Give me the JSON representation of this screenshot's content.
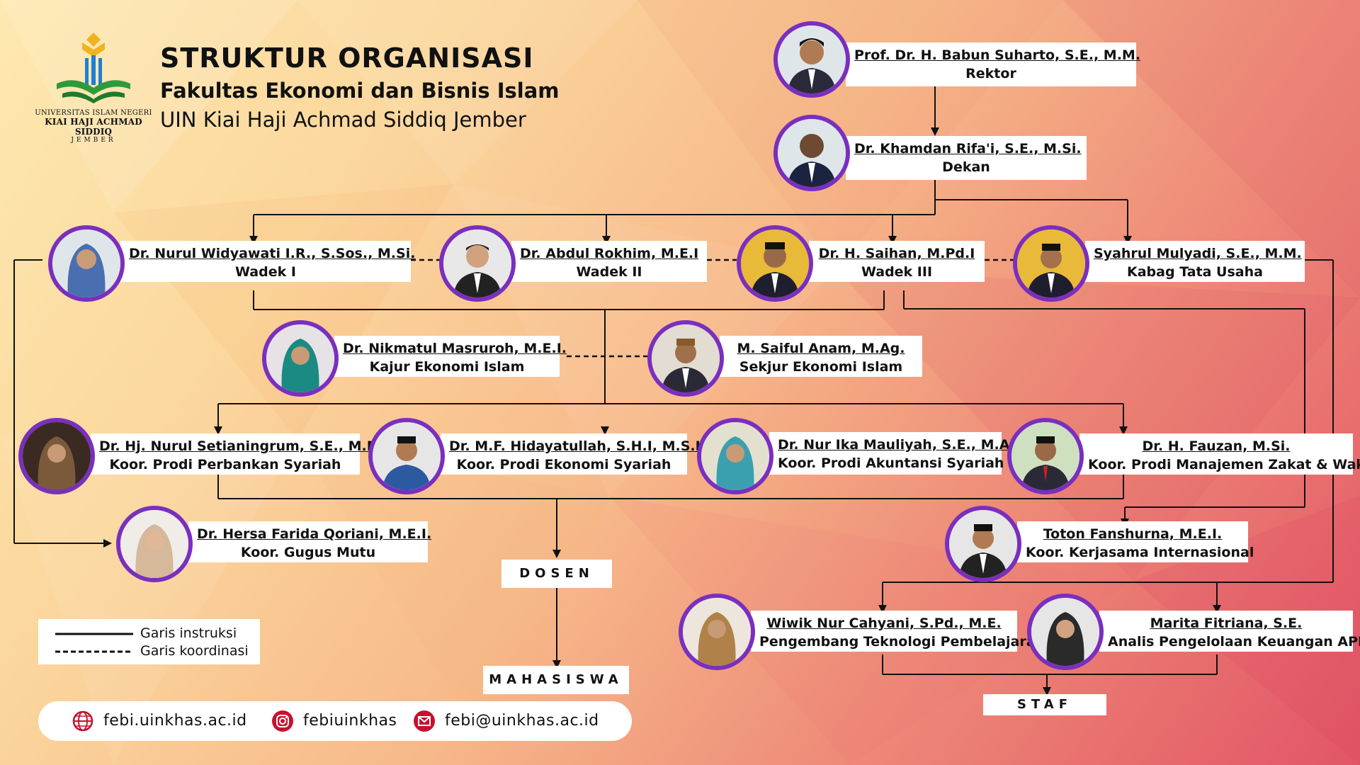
{
  "header": {
    "title": "STRUKTUR ORGANISASI",
    "subtitle": "Fakultas Ekonomi dan Bisnis Islam",
    "institution": "UIN Kiai Haji Achmad Siddiq Jember"
  },
  "logo": {
    "line1": "UNIVERSITAS ISLAM NEGERI",
    "line2": "KIAI HAJI ACHMAD SIDDIQ",
    "line3": "JEMBER"
  },
  "nodes": {
    "rektor": {
      "name": "Prof. Dr. H. Babun Suharto, S.E., M.M.",
      "role": "Rektor"
    },
    "dekan": {
      "name": "Dr. Khamdan Rifa'i, S.E., M.Si.",
      "role": "Dekan"
    },
    "wadek1": {
      "name": "Dr. Nurul Widyawati I.R., S.Sos., M.Si.",
      "role": "Wadek I"
    },
    "wadek2": {
      "name": "Dr. Abdul Rokhim, M.E.I",
      "role": "Wadek II"
    },
    "wadek3": {
      "name": "Dr. H. Saihan, M.Pd.I",
      "role": "Wadek III"
    },
    "kabag": {
      "name": "Syahrul Mulyadi, S.E., M.M.",
      "role": "Kabag Tata Usaha"
    },
    "kajur": {
      "name": "Dr. Nikmatul Masruroh, M.E.I.",
      "role": "Kajur Ekonomi Islam"
    },
    "sekjur": {
      "name": "M. Saiful Anam, M.Ag.",
      "role": "Sekjur Ekonomi Islam"
    },
    "kps": {
      "name": "Dr. Hj. Nurul Setianingrum, S.E., M.M.",
      "role": "Koor. Prodi Perbankan Syariah"
    },
    "kes": {
      "name": "Dr. M.F. Hidayatullah, S.H.I, M.S.I.",
      "role": "Koor. Prodi Ekonomi Syariah"
    },
    "kas": {
      "name": "Dr. Nur Ika Mauliyah, S.E., M.Ak.",
      "role": "Koor. Prodi Akuntansi Syariah"
    },
    "kmz": {
      "name": "Dr. H. Fauzan, M.Si.",
      "role": "Koor. Prodi Manajemen Zakat & Wakaf"
    },
    "kgm": {
      "name": "Dr. Hersa Farida Qoriani, M.E.I.",
      "role": "Koor. Gugus Mutu"
    },
    "kki": {
      "name": "Toton Fanshurna, M.E.I.",
      "role": "Koor. Kerjasama Internasional"
    },
    "ptp": {
      "name": "Wiwik Nur Cahyani, S.Pd., M.E.",
      "role": "Pengembang Teknologi Pembelajaran"
    },
    "apk": {
      "name": "Marita Fitriana, S.E.",
      "role": "Analis Pengelolaan Keuangan APBN"
    }
  },
  "boxes": {
    "dosen": "DOSEN",
    "mahasiswa": "MAHASISWA",
    "staf": "STAF"
  },
  "legend": {
    "instruction": "Garis instruksi",
    "coordination": "Garis koordinasi"
  },
  "contact": {
    "website": "febi.uinkhas.ac.id",
    "instagram": "febiuinkhas",
    "email": "febi@uinkhas.ac.id"
  },
  "colors": {
    "photo_ring": "#7a2fbe",
    "bg_start": "#fde9b0",
    "bg_end": "#e25566",
    "line": "#111111"
  }
}
